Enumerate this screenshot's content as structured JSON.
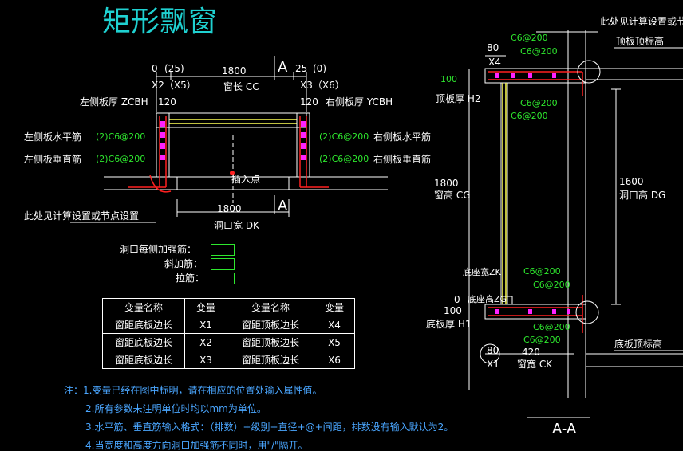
{
  "title": "矩形飘窗",
  "plan": {
    "x2_top": "0",
    "x5_top": "(25)",
    "width_value": "1800",
    "x3_top": "25",
    "x6_top": "(0)",
    "section_mark": "A",
    "x2_label": "X2（X5）",
    "window_length": "窗长 CC",
    "x3_label": "X3（X6）",
    "left_thk": "左侧板厚 ZCBH",
    "left_thk_val": "120",
    "right_thk_val": "120",
    "right_thk": "右侧板厚 YCBH",
    "left_h_bar": "左侧板水平筋",
    "left_h_val": "(2)C6@200",
    "left_v_bar": "左侧板垂直筋",
    "left_v_val": "(2)C6@200",
    "right_h_val": "(2)C6@200",
    "right_h_bar": "右侧板水平筋",
    "right_v_val": "(2)C6@200",
    "right_v_bar": "右侧板垂直筋",
    "insert_point": "插入点",
    "calc_note": "此处见计算设置或节点设置",
    "opening_width_val": "1800",
    "opening_width": "洞口宽 DK"
  },
  "reinforcement": {
    "side_rebar": "洞口每侧加强筋：",
    "diag_rebar": "斜加筋：",
    "tie_rebar": "拉筋："
  },
  "table": {
    "headers": [
      "变量名称",
      "变量",
      "变量名称",
      "变量"
    ],
    "rows": [
      [
        "窗距底板边长",
        "X1",
        "窗距顶板边长",
        "X4"
      ],
      [
        "窗距底板边长",
        "X2",
        "窗距顶板边长",
        "X5"
      ],
      [
        "窗距底板边长",
        "X3",
        "窗距顶板边长",
        "X6"
      ]
    ]
  },
  "notes": [
    "注：1.变量已经在图中标明，请在相应的位置处输入属性值。",
    "2.所有参数未注明单位时均以mm为单位。",
    "3.水平筋、垂直筋输入格式：（排数）+级别+直径+@+间距，排数没有输入默认为2。",
    "4.当宽度和高度方向洞口加强筋不同时，用\"/\"隔开。"
  ],
  "section": {
    "calc_note": "此处见计算设置或节点设置",
    "top_slab_top": "顶板顶标高",
    "dim_80_top": "80",
    "x4": "X4",
    "c6_1": "C6@200",
    "c6_2": "C6@200",
    "c6_3": "C6@200",
    "c6_4": "C6@200",
    "h2_val": "100",
    "h2": "顶板厚 H2",
    "cg_val": "1800",
    "cg": "窗高 CG",
    "dg_val": "1600",
    "dg": "洞口高 DG",
    "base_width": "底座宽ZK",
    "base_height": "底座高ZG",
    "h1_zero": "0",
    "h1_val": "100",
    "c6_5": "C6@200",
    "c6_6": "C6@200",
    "c6_7": "C6@200",
    "c6_8": "C6@200",
    "h1": "底板厚 H1",
    "bottom_slab_top": "底板顶标高",
    "dim_80_bot": "80",
    "dim_420": "420",
    "x1": "X1",
    "ck": "窗宽 CK",
    "aa": "A-A"
  }
}
